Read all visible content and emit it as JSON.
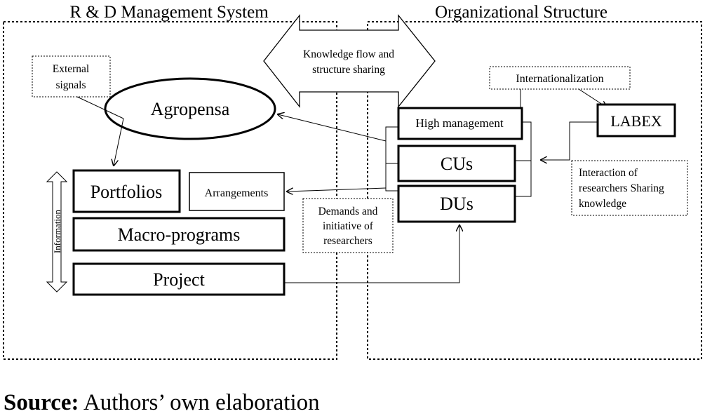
{
  "panels": {
    "left_title": "R & D Management System",
    "right_title": "Organizational Structure"
  },
  "left": {
    "external_signals": [
      "External",
      "signals"
    ],
    "agropensa": "Agropensa",
    "information": "Information",
    "portfolios": "Portfolios",
    "arrangements": "Arrangements",
    "macro_programs": "Macro-programs",
    "project": "Project"
  },
  "center": {
    "knowledge_flow": [
      "Knowledge flow and",
      "structure sharing"
    ],
    "demands": [
      "Demands and",
      "initiative of",
      "researchers"
    ]
  },
  "right": {
    "internationalization": "Internationalization",
    "high_management": "High management",
    "cus": "CUs",
    "dus": "DUs",
    "labex": "LABEX",
    "interaction": [
      "Interaction of",
      "researchers Sharing",
      "knowledge"
    ]
  },
  "source": {
    "label": "Source:",
    "text": " Authors’ own elaboration"
  }
}
